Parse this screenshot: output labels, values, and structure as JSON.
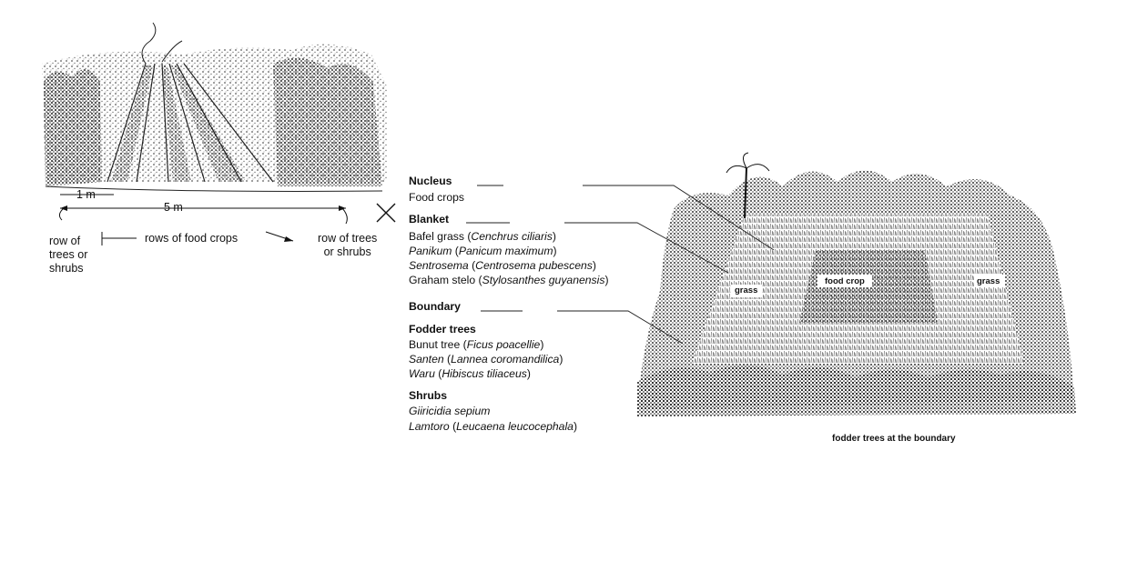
{
  "left_sketch": {
    "dim_small": "1 m",
    "dim_large": "5 m",
    "label_left": [
      "row of",
      "trees or",
      "shrubs"
    ],
    "label_center": "rows of food crops",
    "label_right": [
      "row of trees",
      "or shrubs"
    ]
  },
  "legend": {
    "nucleus": {
      "title": "Nucleus",
      "items": [
        "Food crops"
      ]
    },
    "blanket": {
      "title": "Blanket",
      "items": [
        {
          "common": "Bafel grass",
          "sci": "Cenchrus ciliaris"
        },
        {
          "common": "Panikum",
          "sci": "Panicum maximum"
        },
        {
          "common": "Sentrosema",
          "sci": "Centrosema pubescens"
        },
        {
          "common": "Graham stelo",
          "sci": "Stylosanthes guyanensis"
        }
      ]
    },
    "boundary": {
      "title": "Boundary",
      "fodder_trees": {
        "title": "Fodder trees",
        "items": [
          {
            "common": "Bunut tree",
            "sci": "Ficus poacellie"
          },
          {
            "common": "Santen",
            "sci": "Lannea coromandilica"
          },
          {
            "common": "Waru",
            "sci": "Hibiscus tiliaceus"
          }
        ]
      },
      "shrubs": {
        "title": "Shrubs",
        "items": [
          {
            "common": "",
            "sci": "Giiricidia sepium"
          },
          {
            "common": "Lamtoro",
            "sci": "Leucaena leucocephala"
          }
        ]
      }
    }
  },
  "right_sketch": {
    "label_grass_left": "grass",
    "label_food_crop": "food crop",
    "label_grass_right": "grass",
    "caption": "fodder trees at the boundary"
  }
}
